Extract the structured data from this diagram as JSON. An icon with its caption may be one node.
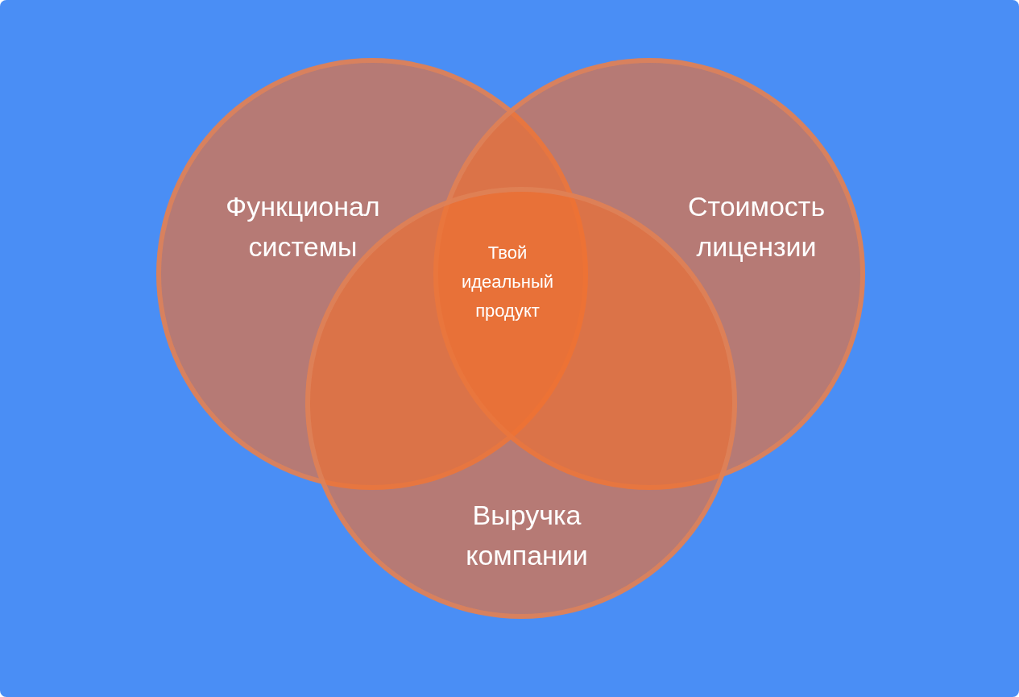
{
  "diagram": {
    "nodes": [
      {
        "text": [
          "Функционал системы"
        ]
      },
      {
        "text": [
          "Стоимость лицензии"
        ]
      },
      {
        "text": [
          "Выручка компании"
        ]
      }
    ],
    "labels": [
      "Твой идеальный продукт"
    ]
  }
}
